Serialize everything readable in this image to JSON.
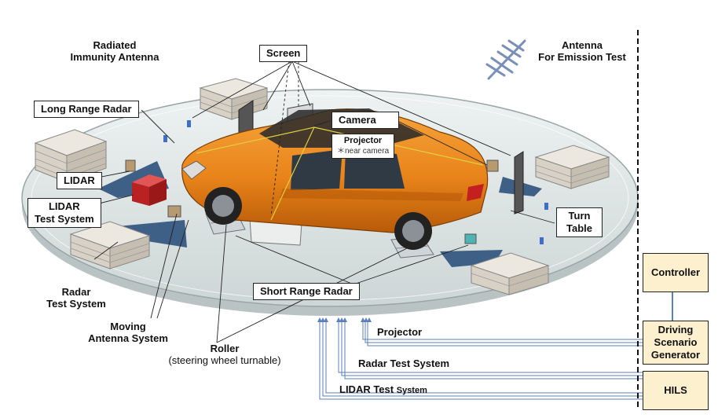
{
  "labels": {
    "radiated_antenna": [
      "Radiated",
      "Immunity Antenna"
    ],
    "emission_antenna": [
      "Antenna",
      "For Emission Test"
    ],
    "screen": "Screen",
    "long_range_radar": "Long Range Radar",
    "camera": "Camera",
    "projector_box": "Projector",
    "projector_note": "＊near camera",
    "lidar": "LIDAR",
    "lidar_test_system": [
      "LIDAR",
      "Test System"
    ],
    "turn_table": [
      "Turn",
      "Table"
    ],
    "short_range_radar": "Short Range Radar",
    "radar_test_system": [
      "Radar",
      "Test System"
    ],
    "moving_antenna_system": [
      "Moving",
      "Antenna System"
    ],
    "roller": [
      "Roller",
      "(steering wheel turnable)"
    ],
    "line_projector": "Projector",
    "line_radar_test_system": "Radar Test System",
    "line_lidar_test_system": "LIDAR Test",
    "line_lidar_test_system_suffix": "System"
  },
  "systems": {
    "controller": "Controller",
    "driving_scenario_generator": [
      "Driving",
      "Scenario",
      "Generator"
    ],
    "hils": "HILS"
  },
  "colors": {
    "car_body": "#e8841a",
    "turntable": "#dfe6e6",
    "system_box": "#fdf0cf",
    "signal_line": "#5b7fb8",
    "radar_pad": "#3e5f86"
  }
}
